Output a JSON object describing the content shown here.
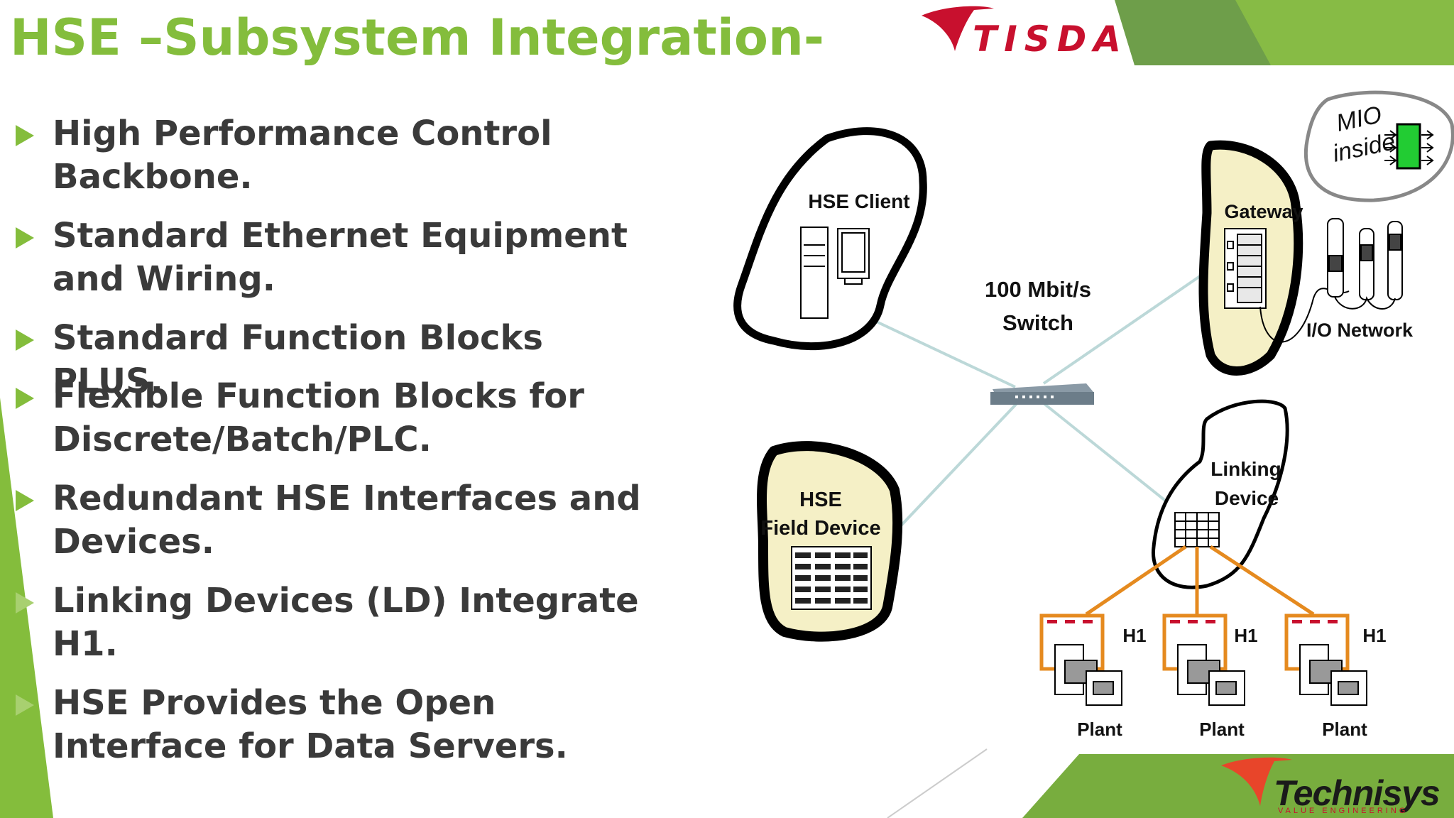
{
  "slide": {
    "title": "HSE –Subsystem Integration-",
    "bullets": [
      {
        "text": "High Performance Control Backbone."
      },
      {
        "text": "Standard Ethernet Equipment and Wiring."
      },
      {
        "text": "Standard Function Blocks PLUS."
      },
      {
        "text": "Flexible Function Blocks for Discrete/Batch/PLC."
      },
      {
        "text": "Redundant HSE Interfaces and Devices."
      },
      {
        "text": "Linking Devices (LD) Integrate H1."
      },
      {
        "text": "HSE Provides the Open Interface for Data Servers."
      }
    ]
  },
  "logos": {
    "top": "TISDA",
    "bottom": "Technisys",
    "bottom_tagline": "VALUE ENGINEERING"
  },
  "diagram": {
    "hse_client": "HSE Client",
    "switch_line1": "100 Mbit/s",
    "switch_line2": "Switch",
    "gateway": "Gateway",
    "io_network": "I/O Network",
    "mio_line1": "MIO",
    "mio_line2": "inside",
    "hse_field_line1": "HSE",
    "hse_field_line2": "Field Device",
    "linking_line1": "Linking",
    "linking_line2": "Device",
    "h1_labels": [
      "H1",
      "H1",
      "H1"
    ],
    "plant_labels": [
      "Plant",
      "Plant",
      "Plant"
    ]
  },
  "colors": {
    "accent_green": "#84bd3c",
    "dark_green": "#6a9c46",
    "cloud_fill": "#f5f0c6",
    "link_line": "#bcd8d8",
    "h1_orange": "#e58a1f",
    "logo_red": "#c8102e"
  }
}
